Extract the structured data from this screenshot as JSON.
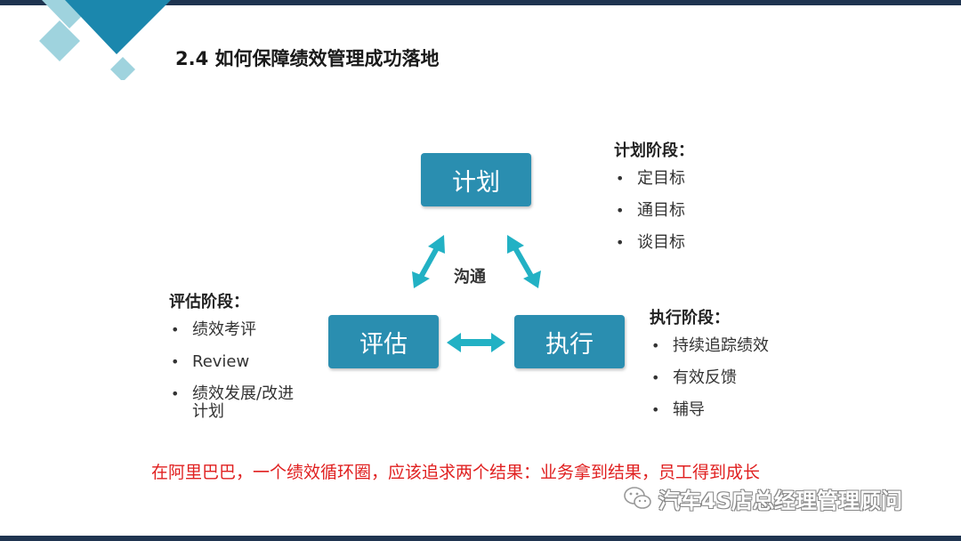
{
  "title": "2.4 如何保障绩效管理成功落地",
  "cycle": {
    "plan": "计划",
    "evaluate": "评估",
    "execute": "执行",
    "center_label": "沟通"
  },
  "phases": {
    "plan": {
      "heading": "计划阶段：",
      "items": [
        "定目标",
        "通目标",
        "谈目标"
      ]
    },
    "execute": {
      "heading": "执行阶段：",
      "items": [
        "持续追踪绩效",
        "有效反馈",
        "辅导"
      ]
    },
    "evaluate": {
      "heading": "评估阶段：",
      "items": [
        "绩效考评",
        "Review",
        "绩效发展/改进计划"
      ]
    }
  },
  "conclusion": "在阿里巴巴，一个绩效循环圈，应该追求两个结果：业务拿到结果，员工得到成长",
  "watermark": {
    "text": "汽车4S店总经理管理顾问",
    "icon": "wechat-icon"
  },
  "colors": {
    "accent": "#2a8eb0",
    "arrow": "#22b1c4",
    "highlight": "#e02020",
    "bar": "#1f3450"
  }
}
